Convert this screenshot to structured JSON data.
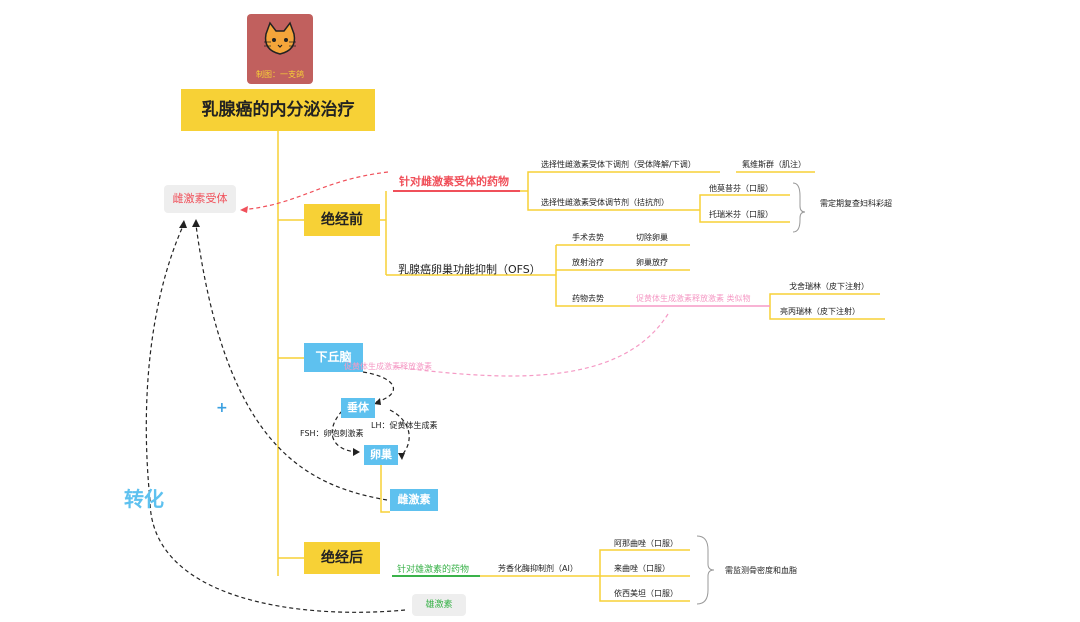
{
  "logo": {
    "icon": "cat-face-icon",
    "credit": "制图：一支鸽",
    "bg": "#c1605e"
  },
  "title": "乳腺癌的内分泌治疗",
  "receptor": "雌激素受体",
  "premenopausal": {
    "label": "绝经前",
    "target_drugs": "针对雌激素受体的药物",
    "serd": "选择性雌激素受体下调剂（受体降解/下调）",
    "fulvestrant": "氟维斯群（肌注）",
    "serm": "选择性雌激素受体调节剂（拮抗剂）",
    "tamoxifen": "他莫昔芬（口服）",
    "toremifene": "托瑞米芬（口服）",
    "serm_note": "需定期复查妇科彩超",
    "ofs": "乳腺癌卵巢功能抑制（OFS）",
    "surgery": "手术去势",
    "surgery_detail": "切除卵巢",
    "radiation": "放射治疗",
    "radiation_detail": "卵巢放疗",
    "drug": "药物去势",
    "gnrh": "促黄体生成激素释放激素 类似物",
    "goserelin": "戈舍瑞林（皮下注射）",
    "leuprorelin": "亮丙瑞林（皮下注射）"
  },
  "axis": {
    "hypothalamus": "下丘脑",
    "gnrh_hormone": "促黄体生成激素释放激素",
    "pituitary": "垂体",
    "fsh": "FSH：卵泡刺激素",
    "lh": "LH：促黄体生成素",
    "ovary": "卵巢",
    "estrogen": "雌激素",
    "plus": "+"
  },
  "postmenopausal": {
    "label": "绝经后",
    "target_drugs": "针对雄激素的药物",
    "ai": "芳香化酶抑制剂（AI）",
    "anastrozole": "阿那曲唑（口服）",
    "letrozole": "来曲唑（口服）",
    "exemestane": "依西美坦（口服）",
    "ai_note": "需监测骨密度和血脂",
    "androgen": "雄激素"
  },
  "conversion": "转化",
  "colors": {
    "yellow": "#f7d136",
    "blue": "#5ec1ef",
    "red": "#f0505a",
    "pink": "#f59ac5",
    "green": "#3ab24a",
    "grey": "#eeeeee"
  }
}
